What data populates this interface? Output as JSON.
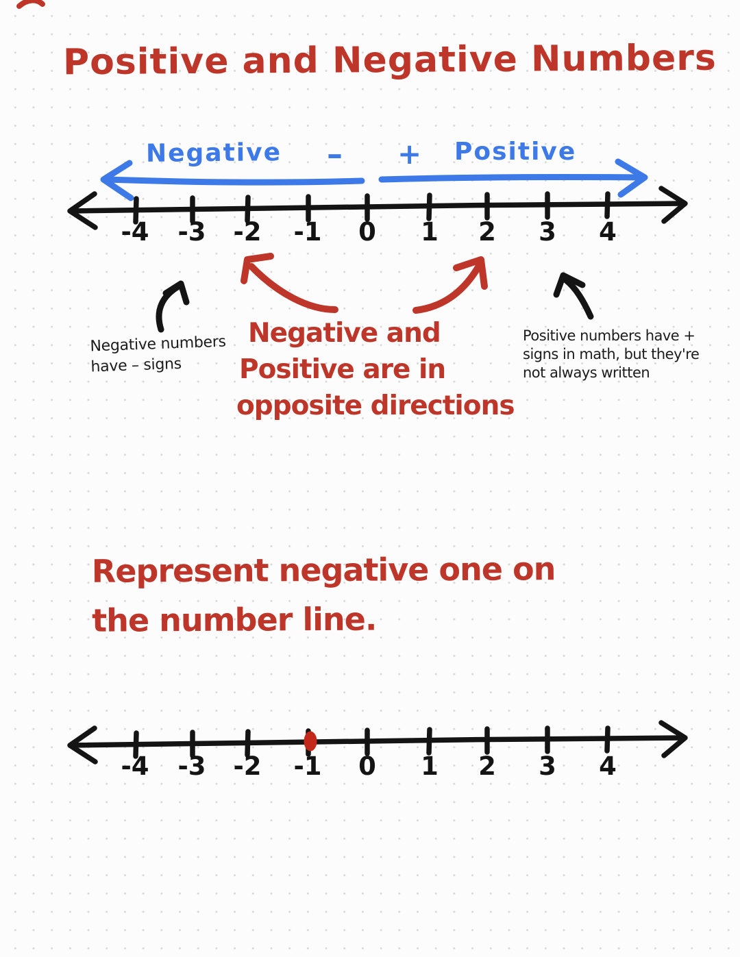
{
  "title": "Positive and Negative Numbers",
  "colors": {
    "red_marker": "#bd3629",
    "blue_marker": "#3e79e8",
    "black_ink": "#141414",
    "point_red": "#c2291a",
    "background": "#fcfcfc",
    "grid_dot": "#d9d9d9"
  },
  "direction_labels": {
    "negative": "Negative",
    "minus_sign": "–",
    "plus_sign": "+",
    "positive": "Positive"
  },
  "number_line_top": {
    "ticks": [
      "-4",
      "-3",
      "-2",
      "-1",
      "0",
      "1",
      "2",
      "3",
      "4"
    ]
  },
  "annotations": {
    "negative_note_line1": "Negative numbers",
    "negative_note_line2": "have – signs",
    "center_note_line1": "Negative and",
    "center_note_line2": "Positive are in",
    "center_note_line3": "opposite directions",
    "positive_note_line1": "Positive numbers have +",
    "positive_note_line2": "signs in math, but they're",
    "positive_note_line3": "not always written"
  },
  "exercise": {
    "prompt_line1": "Represent negative one on",
    "prompt_line2": "the number line."
  },
  "number_line_bottom": {
    "ticks": [
      "-4",
      "-3",
      "-2",
      "-1",
      "0",
      "1",
      "2",
      "3",
      "4"
    ],
    "marked_value": "-1"
  }
}
